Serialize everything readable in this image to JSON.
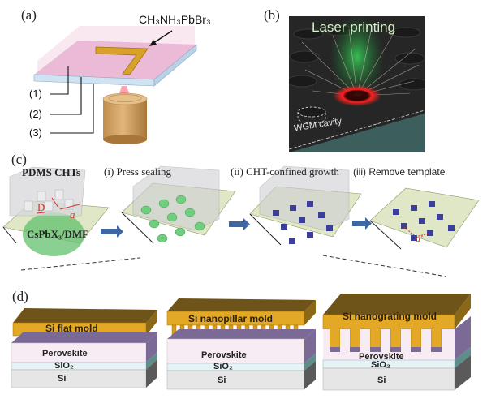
{
  "figure": {
    "panels": {
      "a": {
        "label": "(a)",
        "material_label": "CH₃NH₃PbBr₃",
        "layer_labels": [
          "(1)",
          "(2)",
          "(3)"
        ]
      },
      "b": {
        "label": "(b)",
        "title": "Laser printing",
        "cavity_label": "WGM cavity"
      },
      "c": {
        "label": "(c)",
        "template_label": "PDMS CHTs",
        "solution_label": "CsPbX₃/DMF",
        "dimension_D": "D",
        "dimension_a": "a",
        "dimension_a_prime": "a'",
        "steps": [
          {
            "label": "(i) Press sealing"
          },
          {
            "label": "(ii) CHT-confined growth"
          },
          {
            "label": "(iii) Remove template"
          }
        ]
      },
      "d": {
        "label": "(d)",
        "structures": [
          {
            "mold": "Si flat mold",
            "layers": [
              "Perovskite",
              "SiO₂",
              "Si"
            ]
          },
          {
            "mold": "Si nanopillar mold",
            "layers": [
              "Perovskite",
              "SiO₂",
              "Si"
            ]
          },
          {
            "mold": "Si nanograting mold",
            "layers": [
              "Perovskite",
              "SiO₂",
              "Si"
            ]
          }
        ]
      }
    },
    "colors": {
      "mold_gold": "#e3a826",
      "mold_top": "#6e5418",
      "perovskite_side": "#7c6a96",
      "perovskite_front": "#f7ecf3",
      "sio2_front": "#e6f3f6",
      "sio2_side": "#5e8e8a",
      "si_front": "#e6e6e6",
      "si_side": "#5a5a5a",
      "substrate_green": "#dfe7c6",
      "arrow_blue": "#3e66a3",
      "crystal_blue": "#3b3f99",
      "droplet_green": "#5cbf6a"
    }
  }
}
